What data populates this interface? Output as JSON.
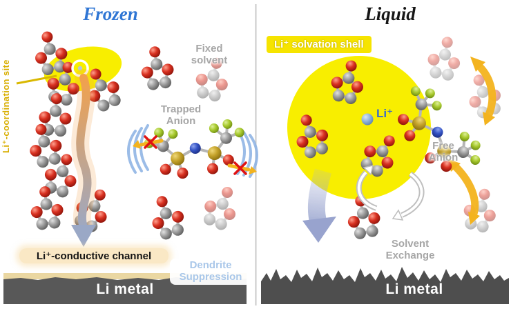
{
  "panels": {
    "frozen": {
      "title": "Frozen",
      "coordination_site_label": "Li⁺-coordination site",
      "fixed_solvent": [
        "Fixed",
        "solvent"
      ],
      "trapped_anion": [
        "Trapped",
        "Anion"
      ],
      "conductive_channel_label": "Li⁺-conductive channel",
      "dendrite_suppression": [
        "Dendrite",
        "Suppression"
      ],
      "li_metal_label": "Li metal"
    },
    "liquid": {
      "title": "Liquid",
      "solvation_shell_label": "Li⁺ solvation shell",
      "li_ion_label": "Li⁺",
      "free_anion": [
        "Free",
        "Anion"
      ],
      "solvent_exchange": [
        "Solvent",
        "Exchange"
      ],
      "li_metal_label": "Li metal"
    }
  },
  "icons": {
    "blocked_anion_x": "✕",
    "li_site_ring": "◎"
  },
  "colors": {
    "frozen_title": "#2e75d4",
    "liquid_title": "#161616",
    "highlight_yellow": "#f6e400",
    "coordination_label": "#d8ae00",
    "gray_label": "#a6a6a6",
    "dendrite_label": "#a9c7e9",
    "channel_bg": "rgba(247,219,166,0.65)",
    "li_metal_left": "#585858",
    "li_metal_right": "#4e4e4e",
    "sand_layer": "#ead7a2",
    "blocked_x_red": "#e01212",
    "gold_arrow": "#f3b31e",
    "purple_arrow": "#8d9ac9",
    "li_ion_label": "#3a6cc8",
    "vibration_arc_blue": "#8ab1e3",
    "atom_oxygen_red": "#d83020",
    "atom_carbon_gray": "#9c9c9c",
    "atom_fluorine_green": "#a8ca2e",
    "atom_sulfur_gold": "#c4a22a",
    "atom_nitrogen_blue": "#3352c4",
    "atom_lithium_blue": "#92b5dc"
  }
}
